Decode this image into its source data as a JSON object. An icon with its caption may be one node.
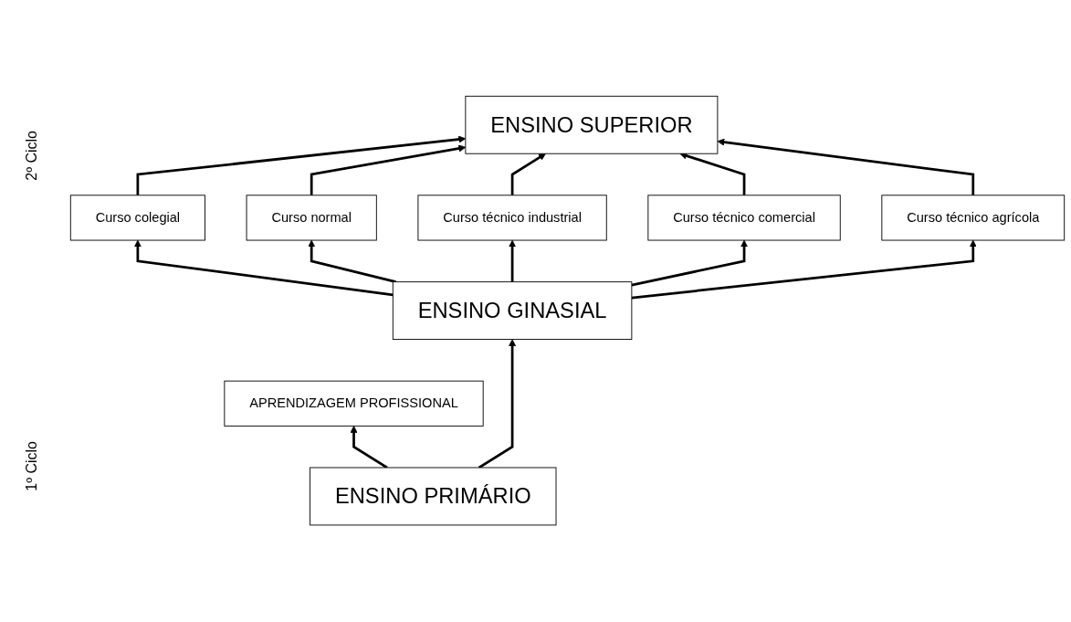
{
  "diagram": {
    "nodes": [
      {
        "text": [
          "ENSINO SUPERIOR"
        ]
      },
      {
        "text": [
          "Curso colegial"
        ]
      },
      {
        "text": [
          "Curso normal"
        ]
      },
      {
        "text": [
          "Curso técnico industrial"
        ]
      },
      {
        "text": [
          "Curso técnico comercial"
        ]
      },
      {
        "text": [
          "Curso técnico agrícola"
        ]
      },
      {
        "text": [
          "ENSINO GINASIAL"
        ]
      },
      {
        "text": [
          "APRENDIZAGEM PROFISSIONAL"
        ]
      },
      {
        "text": [
          "ENSINO PRIMÁRIO"
        ]
      }
    ],
    "edges": [
      {
        "from": 1,
        "to": 0,
        "arrow": "to"
      },
      {
        "from": 2,
        "to": 0,
        "arrow": "to"
      },
      {
        "from": 3,
        "to": 0,
        "arrow": "to"
      },
      {
        "from": 4,
        "to": 0,
        "arrow": "to"
      },
      {
        "from": 5,
        "to": 0,
        "arrow": "to"
      },
      {
        "from": 6,
        "to": 1,
        "arrow": "to"
      },
      {
        "from": 6,
        "to": 2,
        "arrow": "to"
      },
      {
        "from": 6,
        "to": 3,
        "arrow": "to"
      },
      {
        "from": 6,
        "to": 4,
        "arrow": "to"
      },
      {
        "from": 6,
        "to": 5,
        "arrow": "to"
      },
      {
        "from": 8,
        "to": 6,
        "arrow": "to"
      },
      {
        "from": 8,
        "to": 7,
        "arrow": "to"
      }
    ],
    "labels": [
      "2º Ciclo",
      "1º Ciclo"
    ]
  }
}
